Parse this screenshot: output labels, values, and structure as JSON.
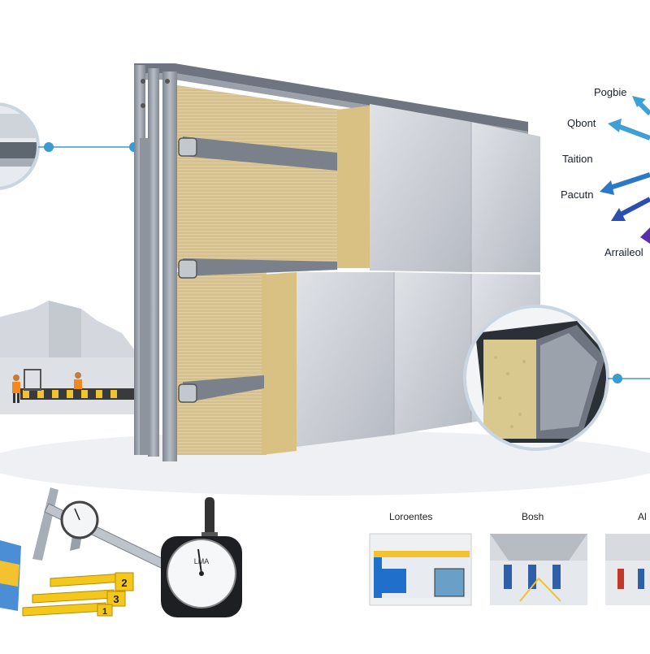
{
  "callout_labels": [
    "Pogbie",
    "Qbont",
    "Taition",
    "Pacutn",
    "Arraileol"
  ],
  "photo_labels": [
    "Loroentes",
    "Bosh",
    "Al"
  ],
  "gauge_brand": "LMA",
  "tape_numbers": [
    "2",
    "3",
    "1"
  ],
  "colors": {
    "frame_steel": "#9aa1ab",
    "insulation": "#dcc591",
    "panel": "#c9ccd2",
    "callout_dot": "#3a9bd0",
    "arrow_light": "#3ea0d6",
    "arrow_mid": "#2a78c8",
    "arrow_dark": "#2a4fb0",
    "arrow_purple": "#5b2fa6",
    "tape_yellow": "#f3c71b"
  },
  "icons": [
    "caliper-icon",
    "dial-gauge-icon",
    "tape-measure-icon",
    "sample-card-icon",
    "worker-icon",
    "conveyor-icon"
  ]
}
